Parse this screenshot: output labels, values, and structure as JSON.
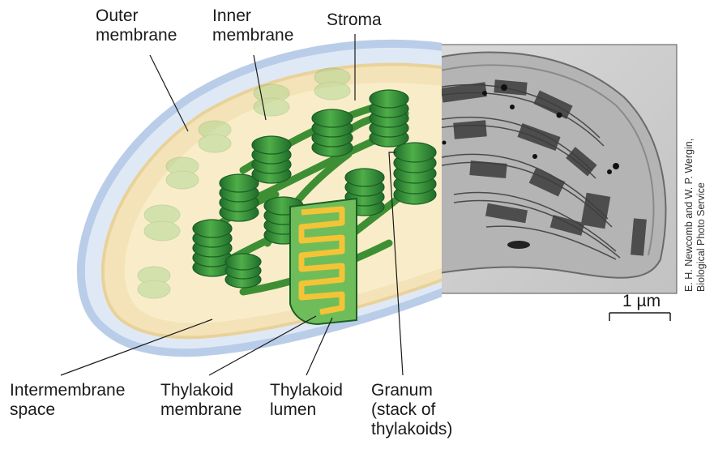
{
  "labels": {
    "outer_membrane": [
      "Outer",
      "membrane"
    ],
    "inner_membrane": [
      "Inner",
      "membrane"
    ],
    "stroma": "Stroma",
    "intermembrane_space": [
      "Intermembrane",
      "space"
    ],
    "thylakoid_membrane": [
      "Thylakoid",
      "membrane"
    ],
    "thylakoid_lumen": [
      "Thylakoid",
      "lumen"
    ],
    "granum": [
      "Granum",
      "(stack of",
      "thylakoids)"
    ]
  },
  "scale_bar": "1 µm",
  "photo_credit": [
    "E. H. Newcomb and W. P. Wergin,",
    "Biological Photo Service"
  ],
  "colors": {
    "outer_membrane": "#b9cde8",
    "intermembrane": "#f4e3b8",
    "stroma": "#f9edc9",
    "thylakoid_dark": "#1f6b2a",
    "thylakoid": "#3f9a3c",
    "thylakoid_light": "#7cc46a",
    "lumen": "#f4c437",
    "micrograph_bg": "#cfcfcf"
  }
}
